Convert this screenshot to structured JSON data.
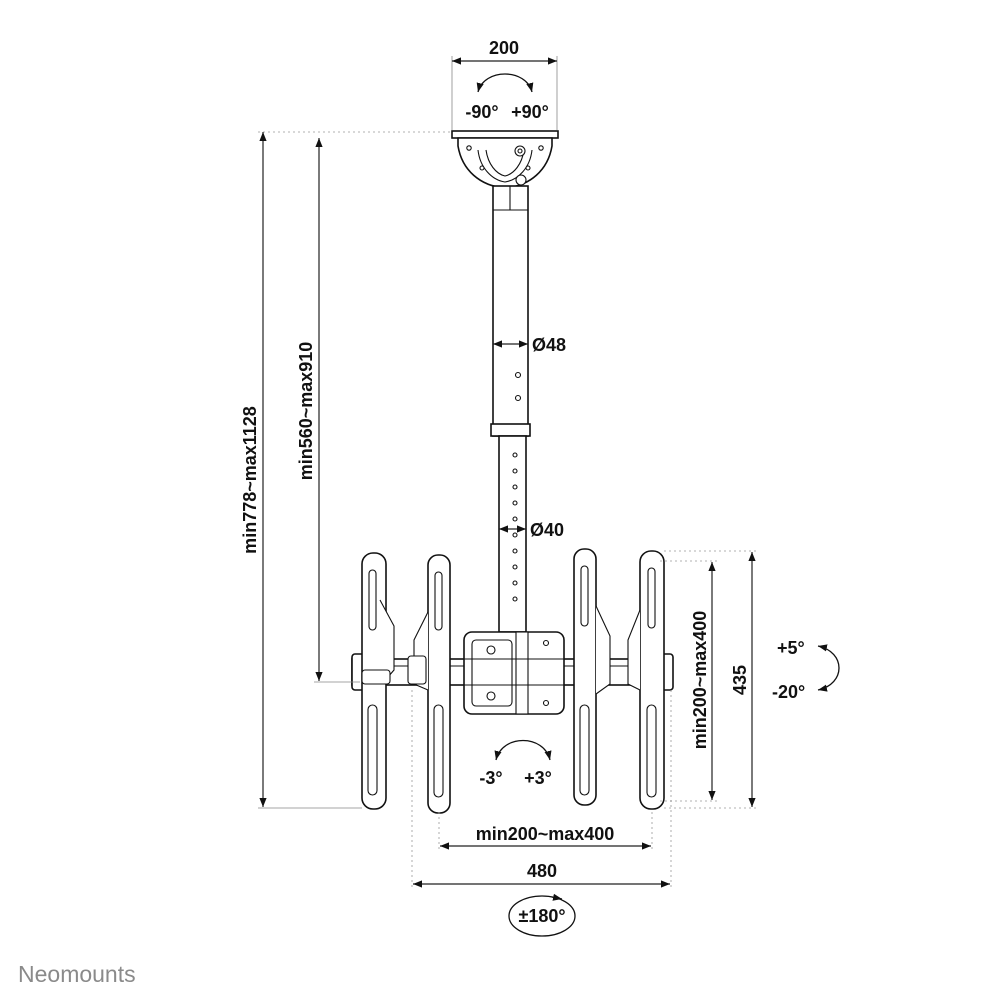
{
  "dimensions": {
    "top_plate_width": "200",
    "top_rotation_left": "-90°",
    "top_rotation_right": "+90°",
    "overall_height": "min778~max1128",
    "pole_height": "min560~max910",
    "upper_pole_diameter": "Ø48",
    "lower_pole_diameter": "Ø40",
    "tilt_up": "+5°",
    "tilt_down": "-20°",
    "bracket_height": "435",
    "vesa_vertical": "min200~max400",
    "level_left": "-3°",
    "level_right": "+3°",
    "vesa_horizontal": "min200~max400",
    "overall_width": "480",
    "swivel": "±180°"
  },
  "brand": "Neomounts",
  "colors": {
    "line": "#111111",
    "brand_text": "#8a8a8a",
    "background": "#ffffff"
  }
}
